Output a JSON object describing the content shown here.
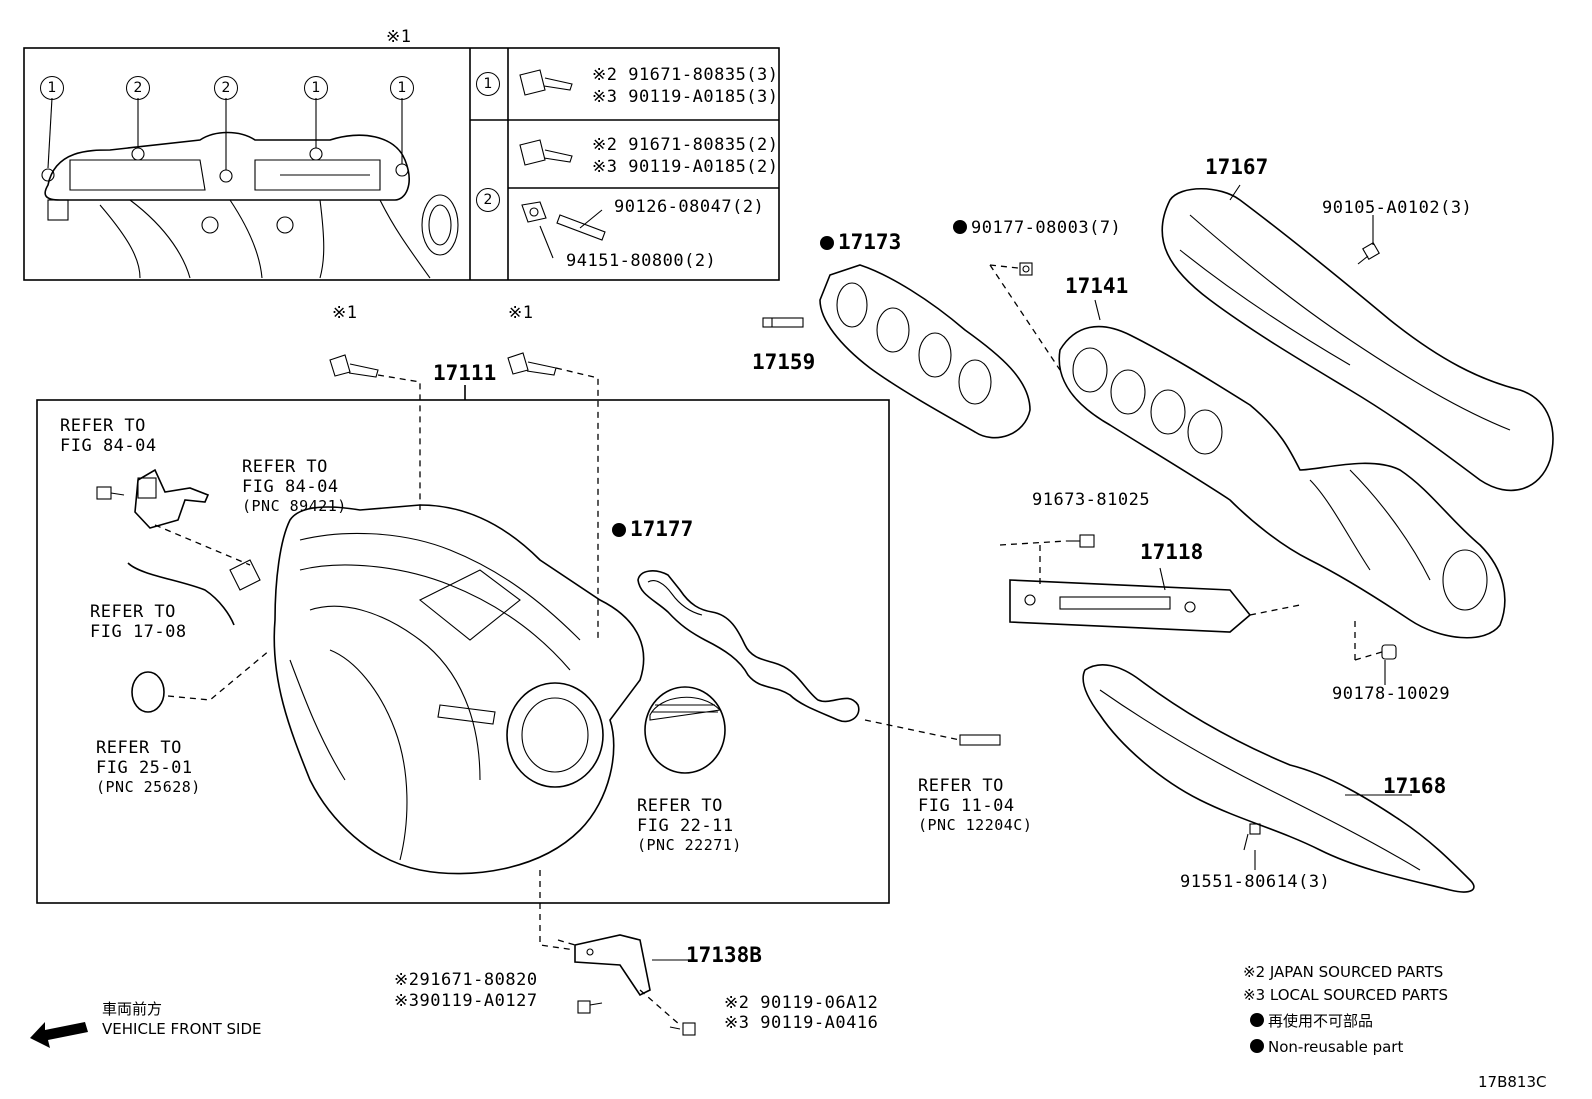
{
  "diagram_id": "17B813C",
  "note_mark": "※1",
  "legend_table": {
    "row1": {
      "key": "1",
      "line1": "※2 91671-80835(3)",
      "line2": "※3 90119-A0185(3)"
    },
    "row2a": {
      "line1": "※2 91671-80835(2)",
      "line2": "※3 90119-A0185(2)"
    },
    "row2b": {
      "key": "2",
      "stud": "90126-08047(2)",
      "nut": "94151-80800(2)"
    }
  },
  "detail_markers": [
    "1",
    "2",
    "2",
    "1",
    "1"
  ],
  "parts": {
    "p17167": "17167",
    "p90105": "90105-A0102(3)",
    "p90177": "90177-08003(7)",
    "p17173": "17173",
    "p17141": "17141",
    "p17159": "17159",
    "p17111": "17111",
    "p91673": "91673-81025",
    "p17118": "17118",
    "p17177": "17177",
    "p90178": "90178-10029",
    "p17168": "17168",
    "p91551": "91551-80614(3)",
    "p17138B": "17138B",
    "x1a": "※1",
    "x1b": "※1"
  },
  "refs": {
    "r1": {
      "l1": "REFER TO",
      "l2": "FIG 84-04"
    },
    "r2": {
      "l1": "REFER TO",
      "l2": "FIG 84-04",
      "l3": "(PNC 89421)"
    },
    "r3": {
      "l1": "REFER TO",
      "l2": "FIG 17-08"
    },
    "r4": {
      "l1": "REFER TO",
      "l2": "FIG 25-01",
      "l3": "(PNC 25628)"
    },
    "r5": {
      "l1": "REFER TO",
      "l2": "FIG 22-11",
      "l3": "(PNC 22271)"
    },
    "r6": {
      "l1": "REFER TO",
      "l2": "FIG 11-04",
      "l3": "(PNC 12204C)"
    }
  },
  "bottom_parts": {
    "b1a": "※291671-80820",
    "b1b": "※390119-A0127",
    "b2a": "※2 90119-06A12",
    "b2b": "※3 90119-A0416"
  },
  "direction": {
    "jp": "車両前方",
    "en": "VEHICLE FRONT SIDE"
  },
  "legend": {
    "japan": "※2 JAPAN SOURCED PARTS",
    "local": "※3 LOCAL SOURCED PARTS",
    "nonreuse_jp": "再使用不可部品",
    "nonreuse_en": "Non-reusable part"
  }
}
